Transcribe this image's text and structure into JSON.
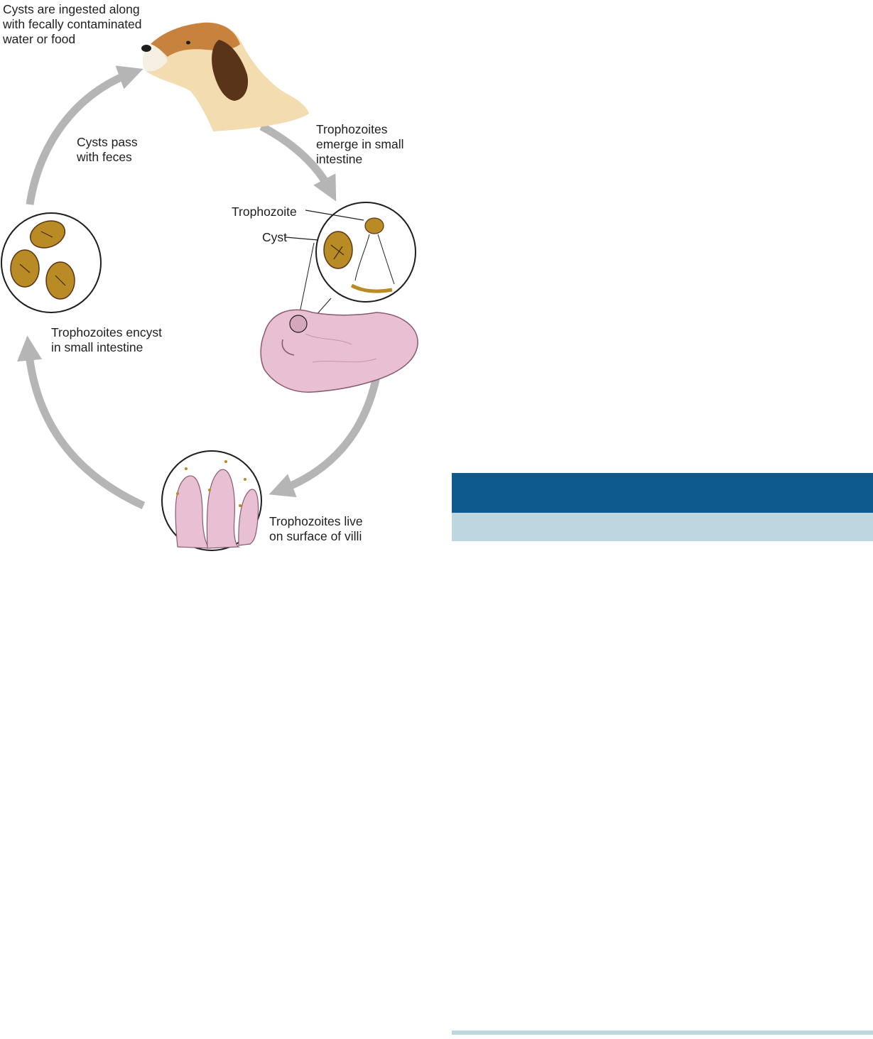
{
  "diagram": {
    "labels": {
      "ingest": [
        "Cysts are ingested along",
        "with fecally contaminated",
        "water or food"
      ],
      "emerge": [
        "Trophozoites",
        "emerge in small",
        "intestine"
      ],
      "trophozoite": "Trophozoite",
      "cyst": "Cyst",
      "live": [
        "Trophozoites live",
        "on surface of villi"
      ],
      "encyst": [
        "Trophozoites encyst",
        "in small intestine"
      ],
      "pass": [
        "Cysts pass",
        "with feces"
      ]
    }
  },
  "colors": {
    "band_dark": "#0e5a8e",
    "band_light": "#bdd7e0",
    "arrow": "#b5b5b5",
    "cyst_fill": "#b98b25",
    "intestine_fill": "#e9bfd3",
    "dog_tan": "#c7833d",
    "dog_dark": "#5a3418"
  }
}
